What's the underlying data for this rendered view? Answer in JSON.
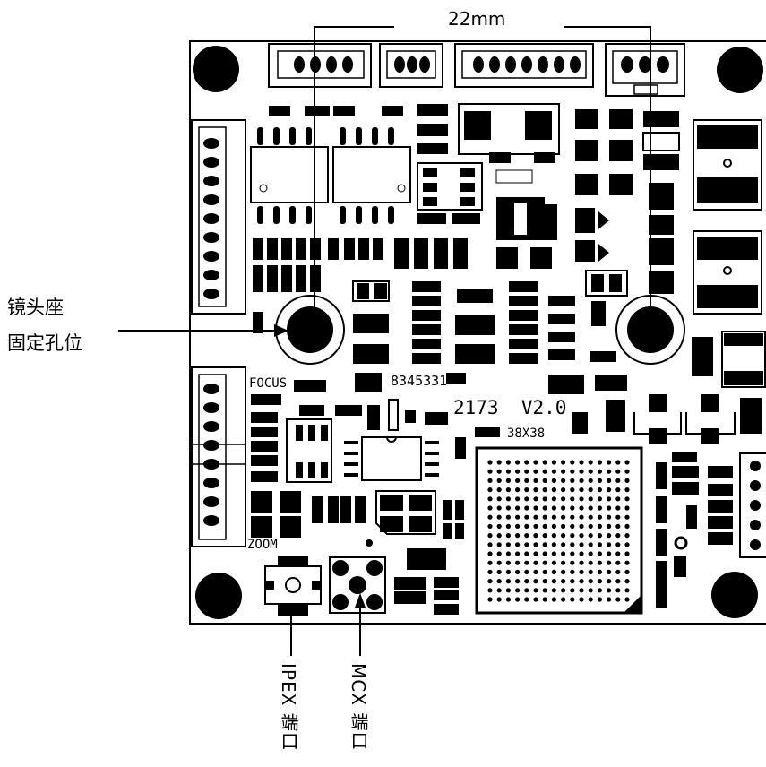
{
  "dimension_label": "22mm",
  "lens_mount_label": {
    "line1": "镜头座",
    "line2": "固定孔位"
  },
  "port_labels": {
    "ipex": "IPEX 端口",
    "mcx": "MCX 端口"
  },
  "silkscreen": {
    "focus": "FOCUS",
    "zoom": "ZOOM",
    "part_number": "8345331",
    "model": "2173  V2.0",
    "size": "38X38"
  }
}
